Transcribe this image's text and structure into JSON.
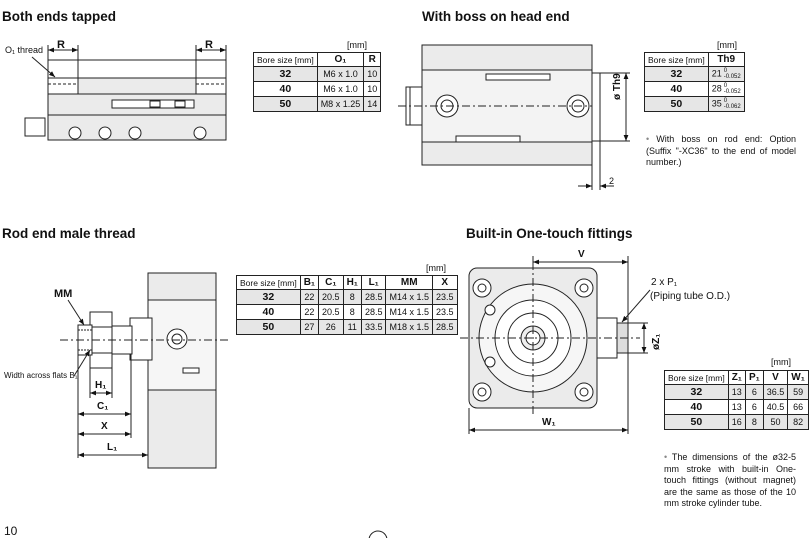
{
  "sections": {
    "both_ends": {
      "title": "Both ends tapped",
      "labels": {
        "o1_thread": "O₁ thread",
        "r_left": "R",
        "r_right": "R"
      },
      "unit": "[mm]",
      "headers": [
        "Bore size [mm]",
        "O₁",
        "R"
      ],
      "rows": [
        [
          "32",
          "M6 x 1.0",
          "10"
        ],
        [
          "40",
          "M6 x 1.0",
          "10"
        ],
        [
          "50",
          "M8 x 1.25",
          "14"
        ]
      ]
    },
    "boss_head": {
      "title": "With boss on head end",
      "labels": {
        "th9": "ø Th9",
        "dim2": "2"
      },
      "unit": "[mm]",
      "headers": [
        "Bore size [mm]",
        "Th9"
      ],
      "rows": [
        [
          "32",
          "21",
          "0",
          "-0.052"
        ],
        [
          "40",
          "28",
          "0",
          "-0.052"
        ],
        [
          "50",
          "35",
          "0",
          "-0.062"
        ]
      ],
      "note": "With boss on rod end: Option (Suffix \"-XC36\" to the end of model number.)"
    },
    "rod_end": {
      "title": "Rod end male thread",
      "labels": {
        "mm": "MM",
        "flats": "Width across flats B₁",
        "h1": "H₁",
        "c1": "C₁",
        "x": "X",
        "l1": "L₁"
      },
      "unit": "[mm]",
      "headers": [
        "Bore size [mm]",
        "B₁",
        "C₁",
        "H₁",
        "L₁",
        "MM",
        "X"
      ],
      "rows": [
        [
          "32",
          "22",
          "20.5",
          "8",
          "28.5",
          "M14 x 1.5",
          "23.5"
        ],
        [
          "40",
          "22",
          "20.5",
          "8",
          "28.5",
          "M14 x 1.5",
          "23.5"
        ],
        [
          "50",
          "27",
          "26",
          "11",
          "33.5",
          "M18 x 1.5",
          "28.5"
        ]
      ]
    },
    "fittings": {
      "title": "Built-in One-touch fittings",
      "labels": {
        "v": "V",
        "p1": "2 x P₁",
        "piping": "(Piping tube O.D.)",
        "z1": "øZ₁",
        "w1": "W₁"
      },
      "unit": "[mm]",
      "headers": [
        "Bore size [mm]",
        "Z₁",
        "P₁",
        "V",
        "W₁"
      ],
      "rows": [
        [
          "32",
          "13",
          "6",
          "36.5",
          "59"
        ],
        [
          "40",
          "13",
          "6",
          "40.5",
          "66"
        ],
        [
          "50",
          "16",
          "8",
          "50",
          "82"
        ]
      ],
      "note": "The dimensions of the ø32-5 mm stroke with built-in One-touch fittings (without magnet) are the same as those of the 10 mm stroke cylinder tube."
    }
  },
  "page_number": "10"
}
